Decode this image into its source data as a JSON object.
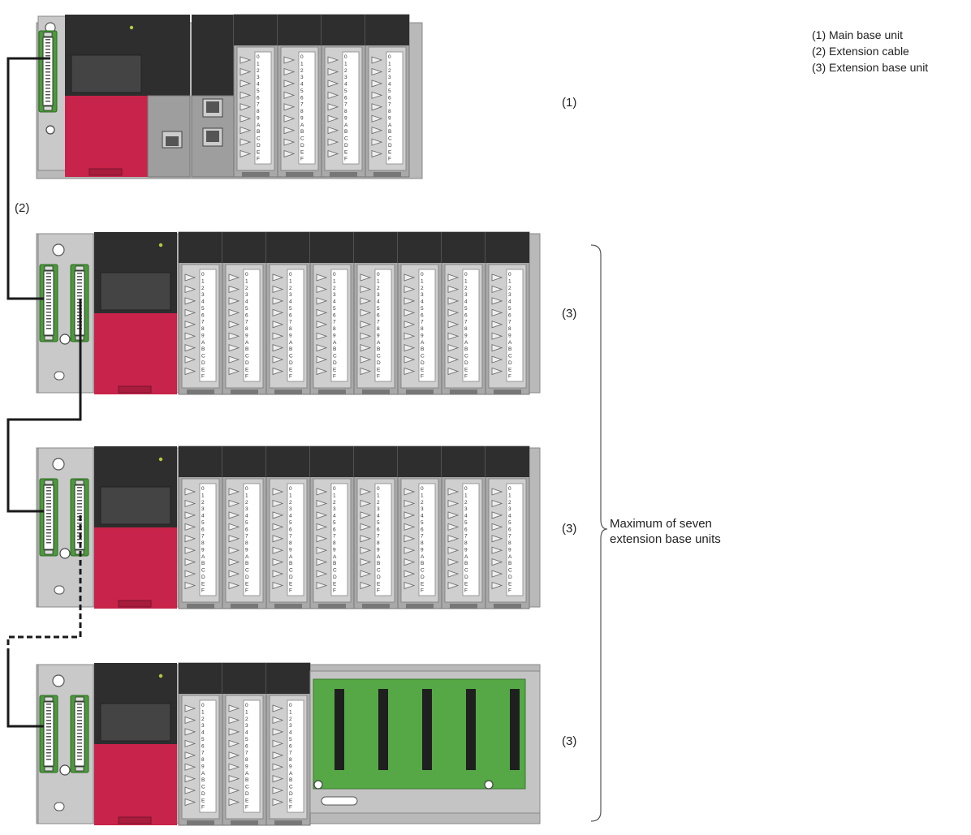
{
  "legend": {
    "items": [
      "(1) Main base unit",
      "(2) Extension cable",
      "(3) Extension base unit"
    ]
  },
  "callouts": {
    "main_base": "(1)",
    "cable": "(2)",
    "ext1": "(3)",
    "ext2": "(3)",
    "ext3": "(3)"
  },
  "brace_label": [
    "Maximum of seven",
    "extension base units"
  ],
  "module_channels": [
    "0",
    "1",
    "2",
    "3",
    "4",
    "5",
    "6",
    "7",
    "8",
    "9",
    "A",
    "B",
    "C",
    "D",
    "E",
    "F"
  ],
  "colors": {
    "power_supply_red": "#c8234a",
    "module_black": "#2e2e2e",
    "base_gray": "#b9b9b9",
    "connector_green": "#4a9a3a",
    "pcb_green": "#55a845",
    "cable": "#1a1a1a"
  }
}
